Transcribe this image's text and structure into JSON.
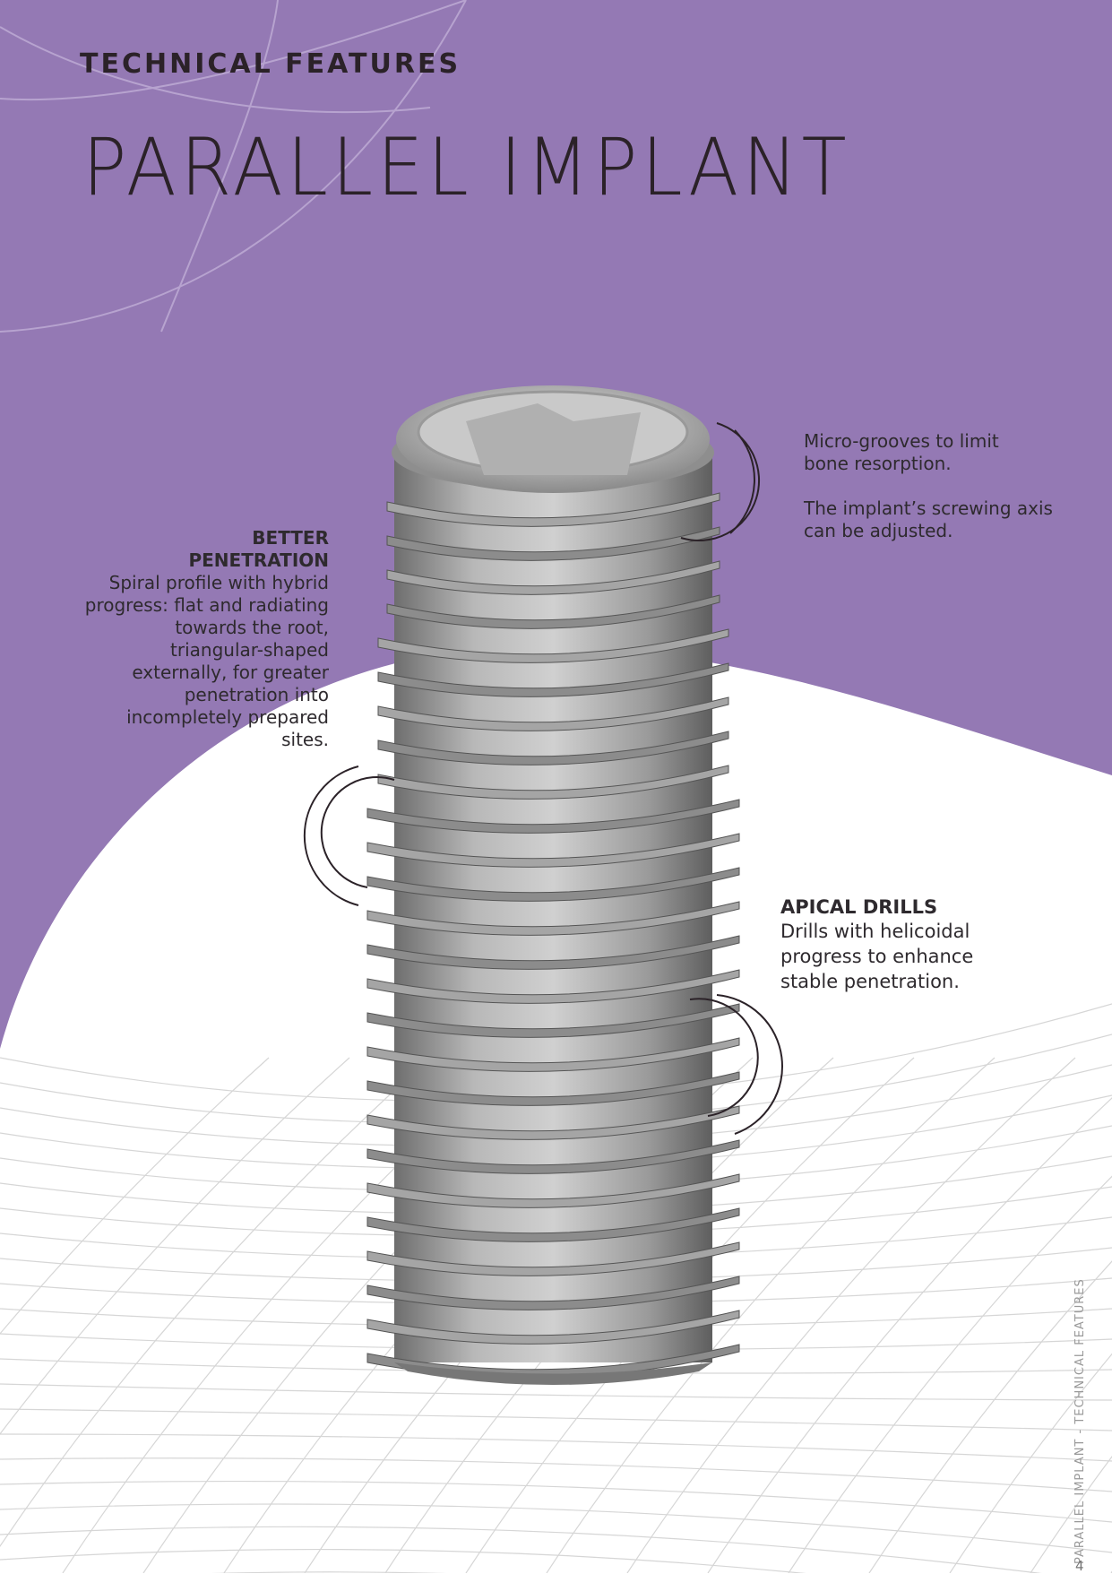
{
  "header": {
    "kicker": "TECHNICAL FEATURES",
    "title": "PARALLEL IMPLANT"
  },
  "callouts": {
    "better_penetration": {
      "heading_line1": "BETTER",
      "heading_line2": "PENETRATION",
      "lines": [
        "Spiral profile with hybrid",
        "progress: flat and radiating",
        "towards the root,",
        "triangular-shaped",
        "externally, for greater",
        "penetration into",
        "incompletely prepared",
        "sites."
      ]
    },
    "micro_grooves": {
      "lines": [
        "Micro-grooves to limit",
        "bone resorption."
      ]
    },
    "screwing_axis": {
      "lines": [
        "The implant’s screwing axis",
        "can be adjusted."
      ]
    },
    "apical_drills": {
      "heading": "APICAL DRILLS",
      "lines": [
        "Drills with helicoidal",
        "progress to enhance",
        "stable penetration."
      ]
    }
  },
  "footer": {
    "running_title": "PARALLEL IMPLANT - TECHNICAL FEATURES",
    "page_number": "4"
  },
  "colors": {
    "purple": "#9479b4",
    "text": "#2b2228"
  }
}
